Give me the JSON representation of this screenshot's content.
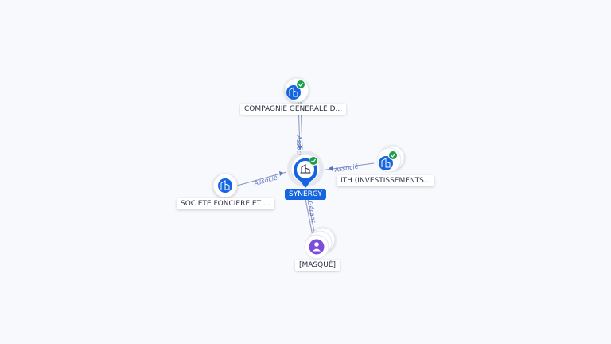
{
  "nodes": {
    "center": {
      "label": "SYNERGY",
      "icon": "building-icon",
      "verified": true
    },
    "top": {
      "label": "COMPAGNIE GENERALE D...",
      "icon": "company-icon",
      "verified": true
    },
    "right": {
      "label": "ITH (INVESTISSEMENTS...",
      "icon": "company-icon",
      "verified": true
    },
    "left": {
      "label": "SOCIETE FONCIERE ET ...",
      "icon": "company-icon",
      "verified": false
    },
    "bottom": {
      "label": "[MASQUÉ]",
      "icon": "person-icon",
      "verified": false
    }
  },
  "edges": {
    "top": {
      "label": "Associé"
    },
    "right": {
      "label": "Associé"
    },
    "left": {
      "label": "Associé"
    },
    "bottom": {
      "label": "Gérant"
    }
  },
  "colors": {
    "company_icon": "#1565e0",
    "person_icon": "#7c4ddc",
    "verified_badge": "#1e9e4a",
    "edge": "#8a93b8",
    "edge_label": "#5a73c8",
    "primary_label": "#1565e0"
  }
}
